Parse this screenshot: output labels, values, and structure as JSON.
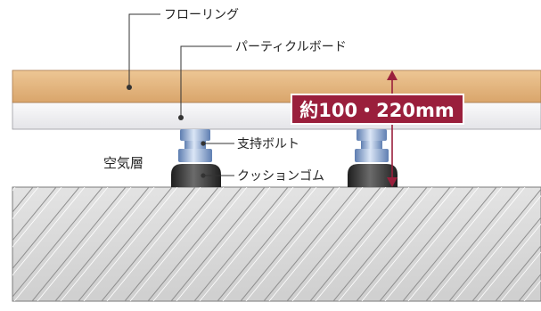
{
  "labels": {
    "flooring": "フローリング",
    "particle_board": "パーティクルボード",
    "height_range": "約100・220mm",
    "support_bolt": "支持ボルト",
    "air_layer": "空気層",
    "cushion_rubber": "クッションゴム"
  },
  "colors": {
    "flooring": "#e2b47f",
    "particle_board": "#f2f2f4",
    "height_badge": "#9a1f3c",
    "slab": "#d8d8d8",
    "hatch": "#8f8f8f",
    "bolt": "#8aa6cf",
    "rubber": "#3b3b3b"
  }
}
